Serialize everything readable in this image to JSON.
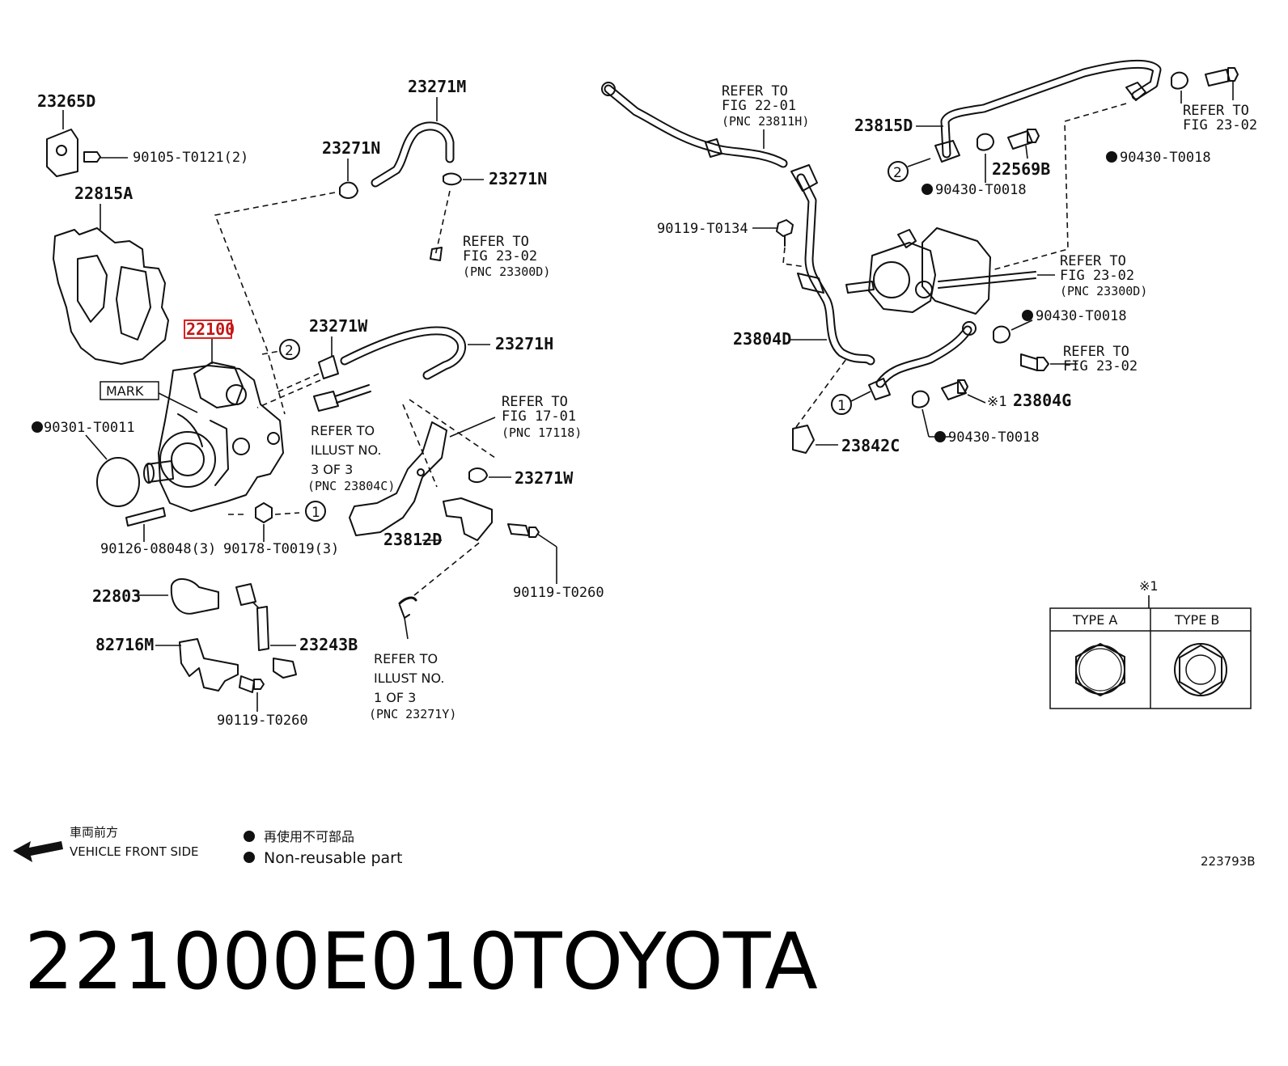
{
  "labels": {
    "p23265D": "23265D",
    "p90105": "90105-T0121(2)",
    "p22815A": "22815A",
    "p22100": "22100",
    "mark": "MARK",
    "p90301": "90301-T0011",
    "p90126": "90126-08048(3)",
    "p90178": "90178-T0019(3)",
    "p23271M": "23271M",
    "p23271N_a": "23271N",
    "p23271N_b": "23271N",
    "p23271W_a": "23271W",
    "p23271H": "23271H",
    "p23271W_b": "23271W",
    "p23812D": "23812D",
    "p90119_T0260_a": "90119-T0260",
    "p22803": "22803",
    "p82716M": "82716M",
    "p23243B": "23243B",
    "p90119_T0260_b": "90119-T0260",
    "p90119_T0134": "90119-T0134",
    "p23804D": "23804D",
    "p23842C": "23842C",
    "p23815D": "23815D",
    "p22569B": "22569B",
    "p90430_a": "90430-T0018",
    "p90430_b": "90430-T0018",
    "p90430_c": "90430-T0018",
    "p90430_d": "90430-T0018",
    "p23804G": "23804G",
    "circle1": "1",
    "circle2": "2",
    "kome1": "※1"
  },
  "refs": {
    "r1": [
      "REFER TO",
      "FIG 23-02",
      "(PNC 23300D)"
    ],
    "r2": [
      "REFER TO",
      "ILLUST NO.",
      "3 OF 3",
      "(PNC 23804C)"
    ],
    "r3": [
      "REFER TO",
      "FIG 17-01",
      "(PNC 17118)"
    ],
    "r4": [
      "REFER TO",
      "ILLUST NO.",
      "1 OF 3",
      "(PNC 23271Y)"
    ],
    "r5": [
      "REFER TO",
      "FIG 22-01",
      "(PNC 23811H)"
    ],
    "r6": [
      "REFER TO",
      "FIG 23-02"
    ],
    "r7": [
      "REFER TO",
      "FIG 23-02",
      "(PNC 23300D)"
    ],
    "r8": [
      "REFER TO",
      "FIG 23-02"
    ]
  },
  "type_table": {
    "marker": "※1",
    "col_a": "TYPE A",
    "col_b": "TYPE B"
  },
  "legend": {
    "direction_jp": "車両前方",
    "direction_en": "VEHICLE FRONT SIDE",
    "nonreuse_jp": "再使用不可部品",
    "nonreuse_en": "Non-reusable part"
  },
  "figure_id": "223793B",
  "footer": {
    "part_number": "221000E010",
    "brand": "TOYOTA"
  },
  "colors": {
    "highlight": "#e02020",
    "ink": "#111111"
  }
}
